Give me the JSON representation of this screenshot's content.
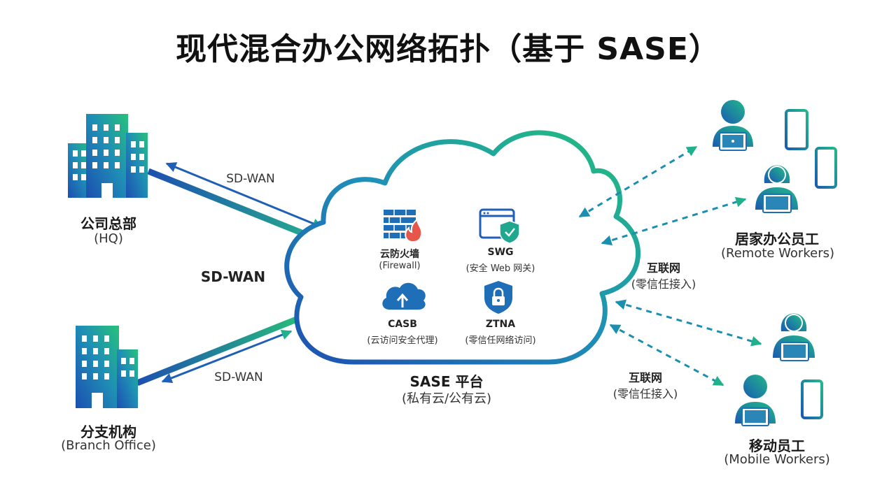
{
  "title": "现代混合办公网络拓扑（基于 SASE）",
  "nodes": {
    "hq": {
      "name": "公司总部",
      "sub": "(HQ)"
    },
    "branch": {
      "name": "分支机构",
      "sub": "(Branch Office)"
    },
    "remote": {
      "name": "居家办公员工",
      "sub": "(Remote Workers)"
    },
    "mobile": {
      "name": "移动员工",
      "sub": "(Mobile Workers)"
    }
  },
  "sase": {
    "name": "SASE 平台",
    "sub": "(私有云/公有云)",
    "services": [
      {
        "name": "云防火墙",
        "sub": "(Firewall)",
        "icon": "firewall-icon"
      },
      {
        "name": "SWG",
        "sub": "(安全 Web 网关)",
        "icon": "browser-shield-icon"
      },
      {
        "name": "CASB",
        "sub": "(云访问安全代理)",
        "icon": "cloud-upload-icon"
      },
      {
        "name": "ZTNA",
        "sub": "(零信任网络访问)",
        "icon": "lock-shield-icon"
      }
    ]
  },
  "links": {
    "hq": "SD-WAN",
    "middle": "SD-WAN",
    "branch": "SD-WAN",
    "remote": {
      "name": "互联网",
      "sub": "(零信任接入)"
    },
    "mobile": {
      "name": "互联网",
      "sub": "(零信任接入)"
    }
  },
  "colors": {
    "blue": "#1f5fb5",
    "teal": "#23b57f",
    "cyan": "#1aa0a8"
  }
}
